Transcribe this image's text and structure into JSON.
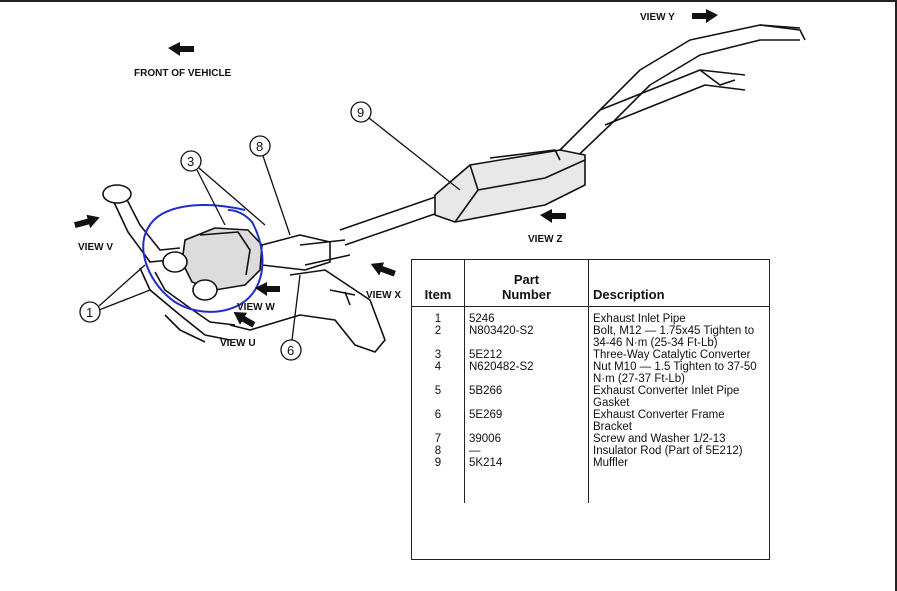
{
  "diagram": {
    "labels": {
      "front_of_vehicle": "FRONT OF VEHICLE",
      "view_v": "VIEW V",
      "view_w": "VIEW W",
      "view_u": "VIEW U",
      "view_x": "VIEW X",
      "view_y": "VIEW Y",
      "view_z": "VIEW Z"
    },
    "callouts": [
      "1",
      "3",
      "8",
      "9",
      "6"
    ],
    "annotation_color": "#1f2ec9"
  },
  "parts_table": {
    "headers": {
      "item": "Item",
      "part_number": "Part\nNumber",
      "description": "Description"
    },
    "rows": [
      {
        "item": "1",
        "part": "5246",
        "desc": "Exhaust Inlet Pipe"
      },
      {
        "item": "2",
        "part": "N803420-S2",
        "desc": "Bolt, M12 — 1.75x45 Tighten to 34-46 N·m (25-34 Ft-Lb)"
      },
      {
        "item": "3",
        "part": "5E212",
        "desc": "Three-Way Catalytic Converter"
      },
      {
        "item": "4",
        "part": "N620482-S2",
        "desc": "Nut M10 — 1.5 Tighten to 37-50 N·m (27-37 Ft-Lb)"
      },
      {
        "item": "5",
        "part": "5B266",
        "desc": "Exhaust Converter Inlet Pipe Gasket"
      },
      {
        "item": "6",
        "part": "5E269",
        "desc": "Exhaust Converter Frame Bracket"
      },
      {
        "item": "7",
        "part": "39006",
        "desc": "Screw and Washer 1/2-13"
      },
      {
        "item": "8",
        "part": "—",
        "desc": "Insulator Rod (Part of 5E212)"
      },
      {
        "item": "9",
        "part": "5K214",
        "desc": "Muffler"
      }
    ]
  }
}
